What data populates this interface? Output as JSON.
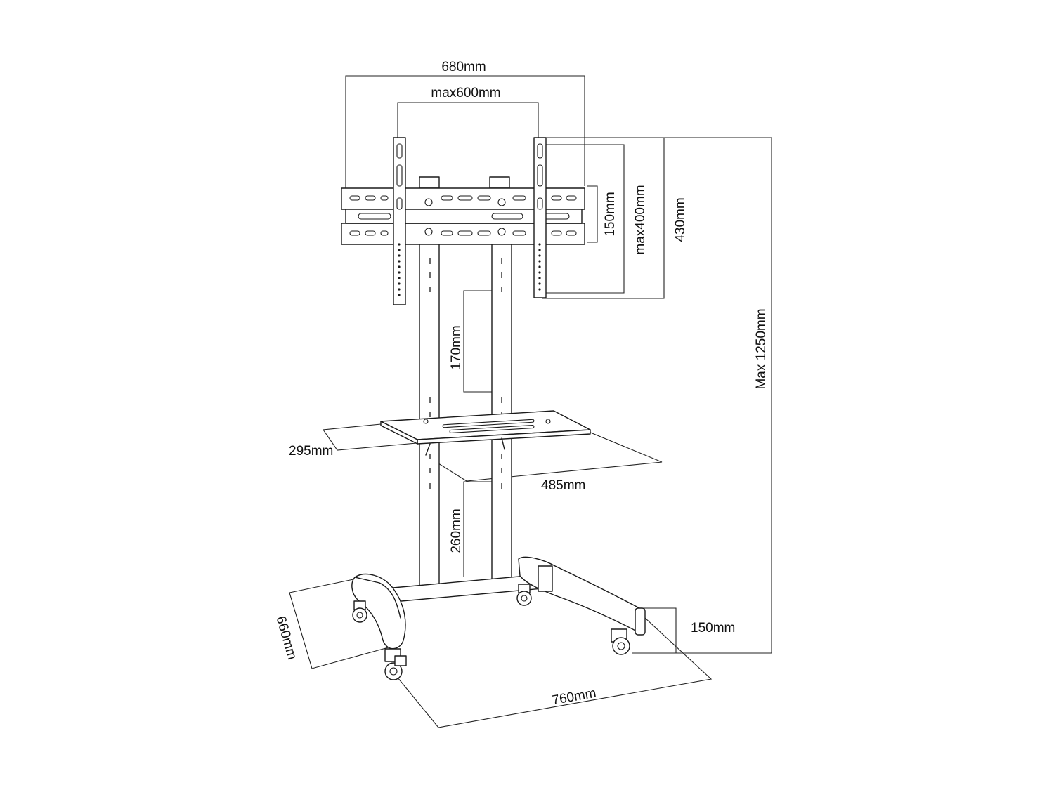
{
  "dimensions": {
    "mount_width": "680mm",
    "max_vesa_width": "max600mm",
    "vesa_height": "150mm",
    "max_vesa_height": "max400mm",
    "bracket_height": "430mm",
    "max_height": "Max 1250mm",
    "upper_adjust": "170mm",
    "shelf_depth": "295mm",
    "shelf_width": "485mm",
    "lower_adjust": "260mm",
    "base_depth": "660mm",
    "base_width": "760mm",
    "floor_clearance": "150mm"
  }
}
